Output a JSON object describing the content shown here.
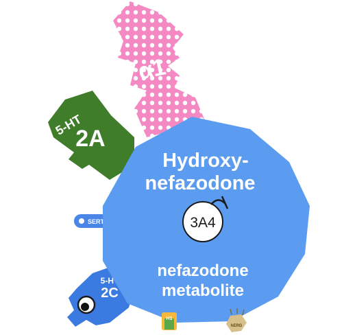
{
  "main": {
    "title_line1": "Hydroxy-",
    "title_line2": "nefazodone",
    "subtitle_line1": "nefazodone",
    "subtitle_line2": "metabolite",
    "enzyme_label": "3A4"
  },
  "receptors": {
    "alpha1": {
      "label": "α1"
    },
    "ht2a": {
      "top": "5-HT",
      "big": "2A"
    },
    "ht2c": {
      "top": "5-HT",
      "big": "2C"
    },
    "sert": {
      "label": "SERT"
    },
    "h1": {
      "label": "H1"
    },
    "nerg": {
      "label": "hERG"
    }
  },
  "colors": {
    "body": "#5b9bf0",
    "alpha1": "#f589c3",
    "ht2a": "#3f7d2a",
    "ht2c": "#3b7ae0",
    "sert": "#4a86e8",
    "h1": "#f5b83d",
    "herg": "#d9c08a"
  }
}
